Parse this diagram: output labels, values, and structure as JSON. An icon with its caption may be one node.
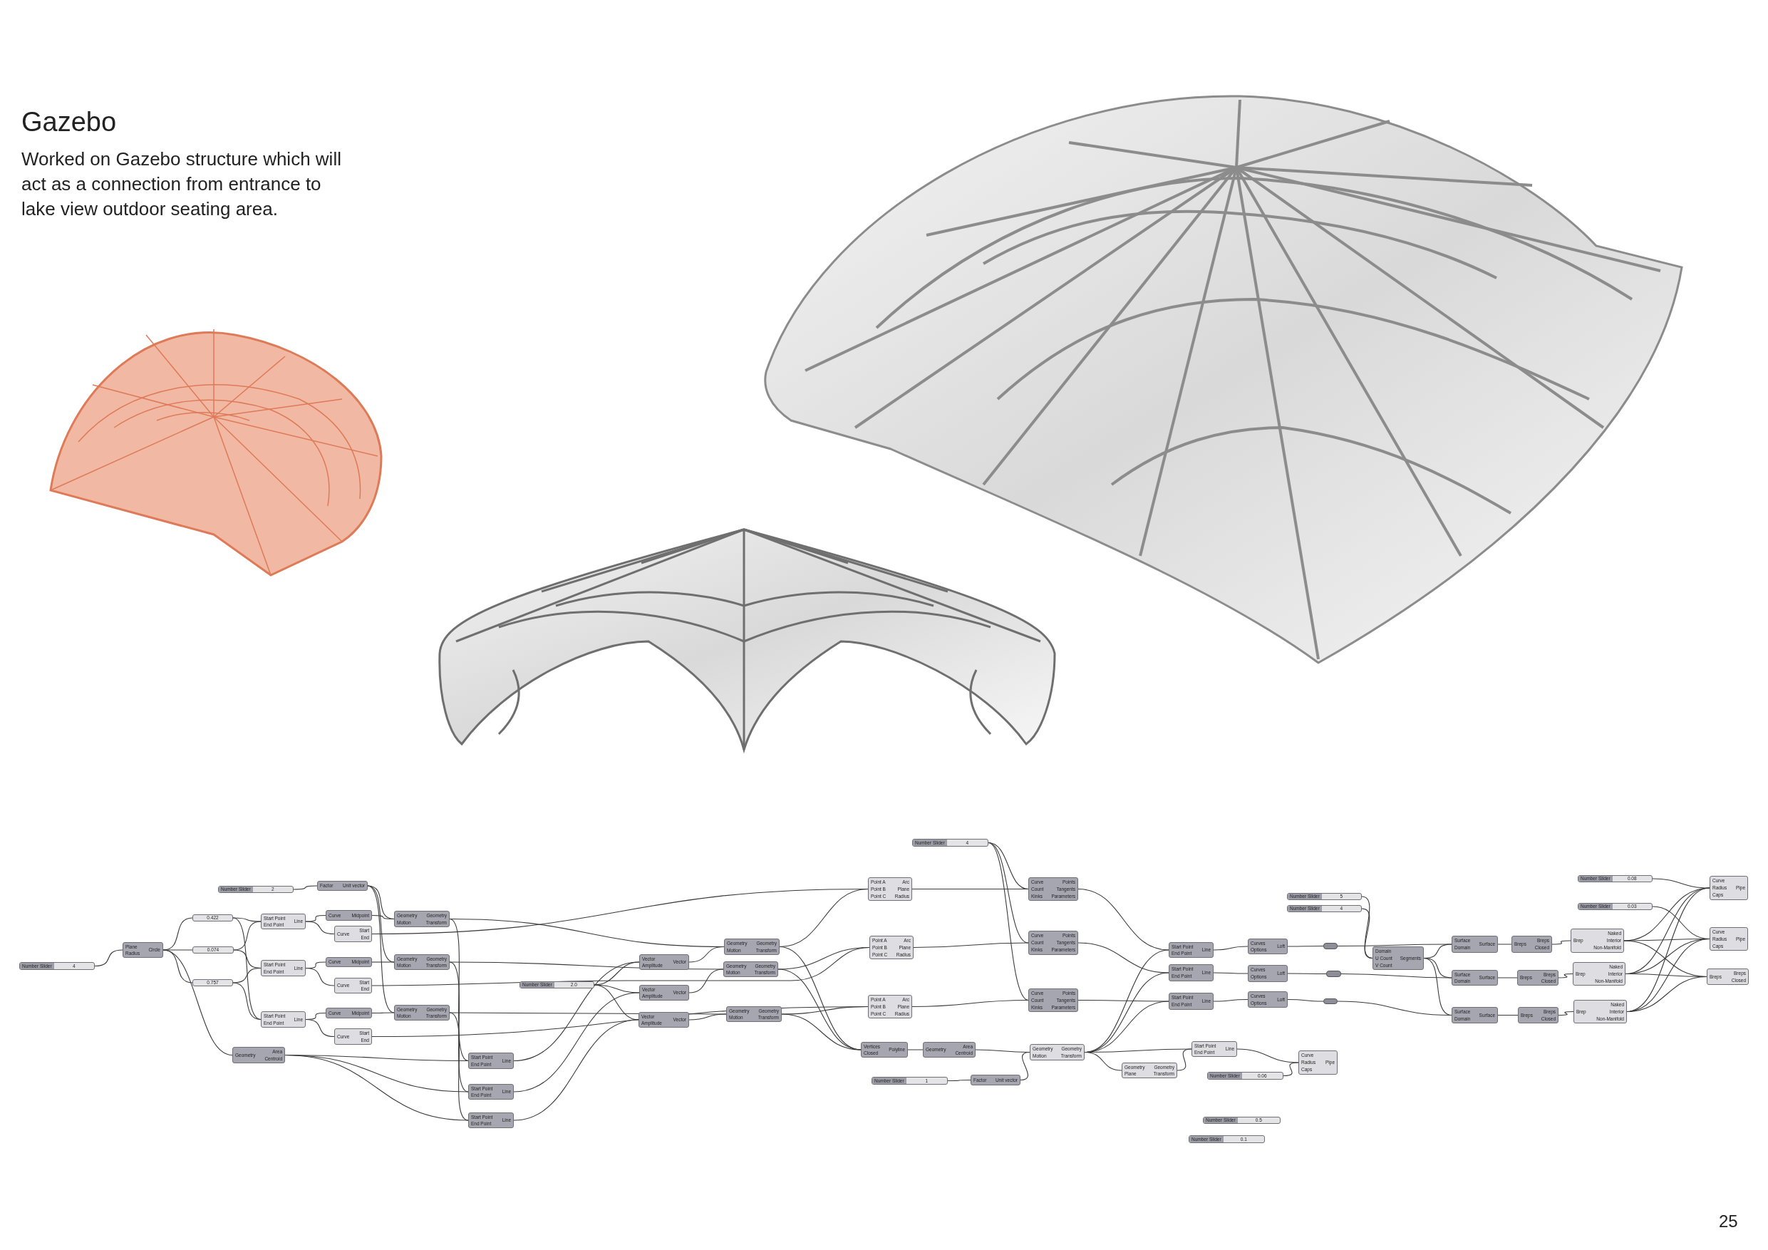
{
  "diagram": {
    "title": "Gazebo",
    "nodes": [
      {
        "text": [
          "Number Slider",
          "4"
        ]
      },
      {
        "text": [
          "Plane",
          "Radius",
          "Circle"
        ]
      },
      {
        "text": [
          "0.422"
        ]
      },
      {
        "text": [
          "0.074"
        ]
      },
      {
        "text": [
          "0.757"
        ]
      },
      {
        "text": [
          "Number Slider",
          "2"
        ]
      },
      {
        "text": [
          "Factor",
          "Unit vector"
        ]
      },
      {
        "text": [
          "Start Point",
          "End Point",
          "Line"
        ]
      },
      {
        "text": [
          "Curve",
          "Midpoint"
        ]
      },
      {
        "text": [
          "Curve",
          "Start",
          "End"
        ]
      },
      {
        "text": [
          "Start Point",
          "End Point",
          "Line"
        ]
      },
      {
        "text": [
          "Curve",
          "Midpoint"
        ]
      },
      {
        "text": [
          "Curve",
          "Start",
          "End"
        ]
      },
      {
        "text": [
          "Start Point",
          "End Point",
          "Line"
        ]
      },
      {
        "text": [
          "Curve",
          "Midpoint"
        ]
      },
      {
        "text": [
          "Curve",
          "Start",
          "End"
        ]
      },
      {
        "text": [
          "Geometry",
          "Area",
          "Centroid"
        ]
      },
      {
        "text": [
          "Geometry",
          "Motion",
          "Geometry",
          "Transform"
        ]
      },
      {
        "text": [
          "Geometry",
          "Motion",
          "Geometry",
          "Transform"
        ]
      },
      {
        "text": [
          "Geometry",
          "Motion",
          "Geometry",
          "Transform"
        ]
      },
      {
        "text": [
          "Start Point",
          "End Point",
          "Line"
        ]
      },
      {
        "text": [
          "Start Point",
          "End Point",
          "Line"
        ]
      },
      {
        "text": [
          "Start Point",
          "End Point",
          "Line"
        ]
      },
      {
        "text": [
          "Number Slider",
          "2.0"
        ]
      },
      {
        "text": [
          "Vector",
          "Amplitude",
          "Vector"
        ]
      },
      {
        "text": [
          "Vector",
          "Amplitude",
          "Vector"
        ]
      },
      {
        "text": [
          "Vector",
          "Amplitude",
          "Vector"
        ]
      },
      {
        "text": [
          "Geometry",
          "Motion",
          "Geometry",
          "Transform"
        ]
      },
      {
        "text": [
          "Geometry",
          "Motion",
          "Geometry",
          "Transform"
        ]
      },
      {
        "text": [
          "Geometry",
          "Motion",
          "Geometry",
          "Transform"
        ]
      },
      {
        "text": [
          "Point A",
          "Point B",
          "Point C",
          "Arc",
          "Plane",
          "Radius"
        ]
      },
      {
        "text": [
          "Point A",
          "Point B",
          "Point C",
          "Arc",
          "Plane",
          "Radius"
        ]
      },
      {
        "text": [
          "Point A",
          "Point B",
          "Point C",
          "Arc",
          "Plane",
          "Radius"
        ]
      },
      {
        "text": [
          "Number Slider",
          "4"
        ]
      },
      {
        "text": [
          "Curve",
          "Count",
          "Kinks",
          "Points",
          "Tangents",
          "Parameters"
        ]
      },
      {
        "text": [
          "Curve",
          "Count",
          "Kinks",
          "Points",
          "Tangents",
          "Parameters"
        ]
      },
      {
        "text": [
          "Curve",
          "Count",
          "Kinks",
          "Points",
          "Tangents",
          "Parameters"
        ]
      },
      {
        "text": [
          "Vertices",
          "Closed",
          "Polyline"
        ]
      },
      {
        "text": [
          "Geometry",
          "Area",
          "Centroid"
        ]
      },
      {
        "text": [
          "Geometry",
          "Motion",
          "Geometry",
          "Transform"
        ]
      },
      {
        "text": [
          "Number Slider",
          "1"
        ]
      },
      {
        "text": [
          "Factor",
          "Unit vector"
        ]
      },
      {
        "text": [
          "Start Point",
          "End Point",
          "Line"
        ]
      },
      {
        "text": [
          "Start Point",
          "End Point",
          "Line"
        ]
      },
      {
        "text": [
          "Start Point",
          "End Point",
          "Line"
        ]
      },
      {
        "text": [
          "Curves",
          "Options",
          "Loft"
        ]
      },
      {
        "text": [
          "Curves",
          "Options",
          "Loft"
        ]
      },
      {
        "text": [
          "Curves",
          "Options",
          "Loft"
        ]
      },
      {
        "text": [],
        "shape": "box"
      },
      {
        "text": [],
        "shape": "box"
      },
      {
        "text": [],
        "shape": "box"
      },
      {
        "text": [
          "Number Slider",
          "5"
        ]
      },
      {
        "text": [
          "Number Slider",
          "4"
        ]
      },
      {
        "text": [
          "Domain",
          "U Count",
          "V Count",
          "Segments"
        ]
      },
      {
        "text": [
          "Geometry",
          "Plane",
          "Geometry",
          "Transform"
        ]
      },
      {
        "text": [
          "Start Point",
          "End Point",
          "Line"
        ]
      },
      {
        "text": [
          "Curve",
          "Radius",
          "Caps",
          "Pipe"
        ]
      },
      {
        "text": [
          "Number Slider",
          "0.06"
        ]
      },
      {
        "text": [
          "Number Slider",
          "0.5"
        ]
      },
      {
        "text": [
          "Number Slider",
          "0.1"
        ]
      },
      {
        "text": [
          "Surface",
          "Domain",
          "Surface"
        ]
      },
      {
        "text": [
          "Breps",
          "Breps",
          "Closed"
        ]
      },
      {
        "text": [
          "Brep",
          "Naked",
          "Interior",
          "Non-Manifold"
        ]
      },
      {
        "text": [
          "Surface",
          "Domain",
          "Surface"
        ]
      },
      {
        "text": [
          "Breps",
          "Breps",
          "Closed"
        ]
      },
      {
        "text": [
          "Brep",
          "Naked",
          "Interior",
          "Non-Manifold"
        ]
      },
      {
        "text": [
          "Surface",
          "Domain",
          "Surface"
        ]
      },
      {
        "text": [
          "Breps",
          "Breps",
          "Closed"
        ]
      },
      {
        "text": [
          "Brep",
          "Naked",
          "Interior",
          "Non-Manifold"
        ]
      },
      {
        "text": [
          "Number Slider",
          "0.08"
        ]
      },
      {
        "text": [
          "Number Slider",
          "0.03"
        ]
      },
      {
        "text": [
          "Curve",
          "Radius",
          "Caps",
          "Pipe"
        ]
      },
      {
        "text": [
          "Curve",
          "Radius",
          "Caps",
          "Pipe"
        ]
      },
      {
        "text": [
          "Breps",
          "Breps",
          "Closed"
        ]
      }
    ],
    "edges": [
      {
        "from": 0,
        "to": 1,
        "arrow": "none"
      },
      {
        "from": 1,
        "to": 2,
        "arrow": "none"
      },
      {
        "from": 1,
        "to": 3,
        "arrow": "none"
      },
      {
        "from": 1,
        "to": 4,
        "arrow": "none"
      },
      {
        "from": 1,
        "to": 16,
        "arrow": "none"
      },
      {
        "from": 2,
        "to": 7,
        "arrow": "none"
      },
      {
        "from": 3,
        "to": 7,
        "arrow": "none"
      },
      {
        "from": 3,
        "to": 10,
        "arrow": "none"
      },
      {
        "from": 4,
        "to": 10,
        "arrow": "none"
      },
      {
        "from": 4,
        "to": 13,
        "arrow": "none"
      },
      {
        "from": 2,
        "to": 13,
        "arrow": "none"
      },
      {
        "from": 7,
        "to": 8,
        "arrow": "none"
      },
      {
        "from": 7,
        "to": 9,
        "arrow": "none"
      },
      {
        "from": 10,
        "to": 11,
        "arrow": "none"
      },
      {
        "from": 10,
        "to": 12,
        "arrow": "none"
      },
      {
        "from": 13,
        "to": 14,
        "arrow": "none"
      },
      {
        "from": 13,
        "to": 15,
        "arrow": "none"
      },
      {
        "from": 5,
        "to": 6,
        "arrow": "none"
      },
      {
        "from": 6,
        "to": 17,
        "arrow": "none"
      },
      {
        "from": 6,
        "to": 18,
        "arrow": "none"
      },
      {
        "from": 6,
        "to": 19,
        "arrow": "none"
      },
      {
        "from": 8,
        "to": 17,
        "arrow": "none"
      },
      {
        "from": 11,
        "to": 18,
        "arrow": "none"
      },
      {
        "from": 14,
        "to": 19,
        "arrow": "none"
      },
      {
        "from": 17,
        "to": 27,
        "arrow": "none"
      },
      {
        "from": 18,
        "to": 28,
        "arrow": "none"
      },
      {
        "from": 19,
        "to": 29,
        "arrow": "none"
      },
      {
        "from": 16,
        "to": 20,
        "arrow": "none"
      },
      {
        "from": 16,
        "to": 21,
        "arrow": "none"
      },
      {
        "from": 16,
        "to": 22,
        "arrow": "none"
      },
      {
        "from": 17,
        "to": 20,
        "arrow": "none"
      },
      {
        "from": 18,
        "to": 21,
        "arrow": "none"
      },
      {
        "from": 19,
        "to": 22,
        "arrow": "none"
      },
      {
        "from": 20,
        "to": 24,
        "arrow": "none"
      },
      {
        "from": 21,
        "to": 25,
        "arrow": "none"
      },
      {
        "from": 22,
        "to": 26,
        "arrow": "none"
      },
      {
        "from": 23,
        "to": 24,
        "arrow": "none"
      },
      {
        "from": 23,
        "to": 25,
        "arrow": "none"
      },
      {
        "from": 23,
        "to": 26,
        "arrow": "none"
      },
      {
        "from": 24,
        "to": 27,
        "arrow": "none"
      },
      {
        "from": 25,
        "to": 28,
        "arrow": "none"
      },
      {
        "from": 26,
        "to": 29,
        "arrow": "none"
      },
      {
        "from": 9,
        "to": 30,
        "arrow": "none"
      },
      {
        "from": 12,
        "to": 31,
        "arrow": "none"
      },
      {
        "from": 15,
        "to": 32,
        "arrow": "none"
      },
      {
        "from": 27,
        "to": 30,
        "arrow": "none"
      },
      {
        "from": 28,
        "to": 31,
        "arrow": "none"
      },
      {
        "from": 29,
        "to": 32,
        "arrow": "none"
      },
      {
        "from": 27,
        "to": 37,
        "arrow": "none"
      },
      {
        "from": 28,
        "to": 37,
        "arrow": "none"
      },
      {
        "from": 29,
        "to": 37,
        "arrow": "none"
      },
      {
        "from": 30,
        "to": 34,
        "arrow": "none"
      },
      {
        "from": 31,
        "to": 35,
        "arrow": "none"
      },
      {
        "from": 32,
        "to": 36,
        "arrow": "none"
      },
      {
        "from": 33,
        "to": 34,
        "arrow": "none"
      },
      {
        "from": 33,
        "to": 35,
        "arrow": "none"
      },
      {
        "from": 33,
        "to": 36,
        "arrow": "none"
      },
      {
        "from": 37,
        "to": 38,
        "arrow": "none"
      },
      {
        "from": 38,
        "to": 39,
        "arrow": "none"
      },
      {
        "from": 40,
        "to": 41,
        "arrow": "none"
      },
      {
        "from": 41,
        "to": 39,
        "arrow": "none"
      },
      {
        "from": 39,
        "to": 42,
        "arrow": "none"
      },
      {
        "from": 39,
        "to": 43,
        "arrow": "none"
      },
      {
        "from": 39,
        "to": 44,
        "arrow": "none"
      },
      {
        "from": 34,
        "to": 42,
        "arrow": "none"
      },
      {
        "from": 35,
        "to": 43,
        "arrow": "none"
      },
      {
        "from": 36,
        "to": 44,
        "arrow": "none"
      },
      {
        "from": 42,
        "to": 45,
        "arrow": "none"
      },
      {
        "from": 43,
        "to": 46,
        "arrow": "none"
      },
      {
        "from": 44,
        "to": 47,
        "arrow": "none"
      },
      {
        "from": 45,
        "to": 48,
        "arrow": "none"
      },
      {
        "from": 46,
        "to": 49,
        "arrow": "none"
      },
      {
        "from": 47,
        "to": 50,
        "arrow": "none"
      },
      {
        "from": 48,
        "to": 60,
        "arrow": "none"
      },
      {
        "from": 49,
        "to": 63,
        "arrow": "none"
      },
      {
        "from": 50,
        "to": 66,
        "arrow": "none"
      },
      {
        "from": 51,
        "to": 53,
        "arrow": "none"
      },
      {
        "from": 52,
        "to": 53,
        "arrow": "none"
      },
      {
        "from": 53,
        "to": 60,
        "arrow": "none"
      },
      {
        "from": 53,
        "to": 63,
        "arrow": "none"
      },
      {
        "from": 53,
        "to": 66,
        "arrow": "none"
      },
      {
        "from": 39,
        "to": 54,
        "arrow": "none"
      },
      {
        "from": 39,
        "to": 55,
        "arrow": "none"
      },
      {
        "from": 54,
        "to": 55,
        "arrow": "none"
      },
      {
        "from": 55,
        "to": 56,
        "arrow": "none"
      },
      {
        "from": 57,
        "to": 56,
        "arrow": "none"
      },
      {
        "from": 60,
        "to": 61,
        "arrow": "none"
      },
      {
        "from": 63,
        "to": 64,
        "arrow": "none"
      },
      {
        "from": 66,
        "to": 67,
        "arrow": "none"
      },
      {
        "from": 61,
        "to": 62,
        "arrow": "none"
      },
      {
        "from": 64,
        "to": 65,
        "arrow": "none"
      },
      {
        "from": 67,
        "to": 68,
        "arrow": "none"
      },
      {
        "from": 62,
        "to": 71,
        "arrow": "none"
      },
      {
        "from": 62,
        "to": 72,
        "arrow": "none"
      },
      {
        "from": 65,
        "to": 71,
        "arrow": "none"
      },
      {
        "from": 65,
        "to": 72,
        "arrow": "none"
      },
      {
        "from": 68,
        "to": 71,
        "arrow": "none"
      },
      {
        "from": 68,
        "to": 72,
        "arrow": "none"
      },
      {
        "from": 62,
        "to": 73,
        "arrow": "none"
      },
      {
        "from": 65,
        "to": 73,
        "arrow": "none"
      },
      {
        "from": 68,
        "to": 73,
        "arrow": "none"
      },
      {
        "from": 69,
        "to": 71,
        "arrow": "none"
      },
      {
        "from": 70,
        "to": 72,
        "arrow": "none"
      }
    ],
    "labels": [
      "Worked on Gazebo structure which will act as a connection from entrance to lake view outdoor seating area.",
      "25"
    ]
  }
}
